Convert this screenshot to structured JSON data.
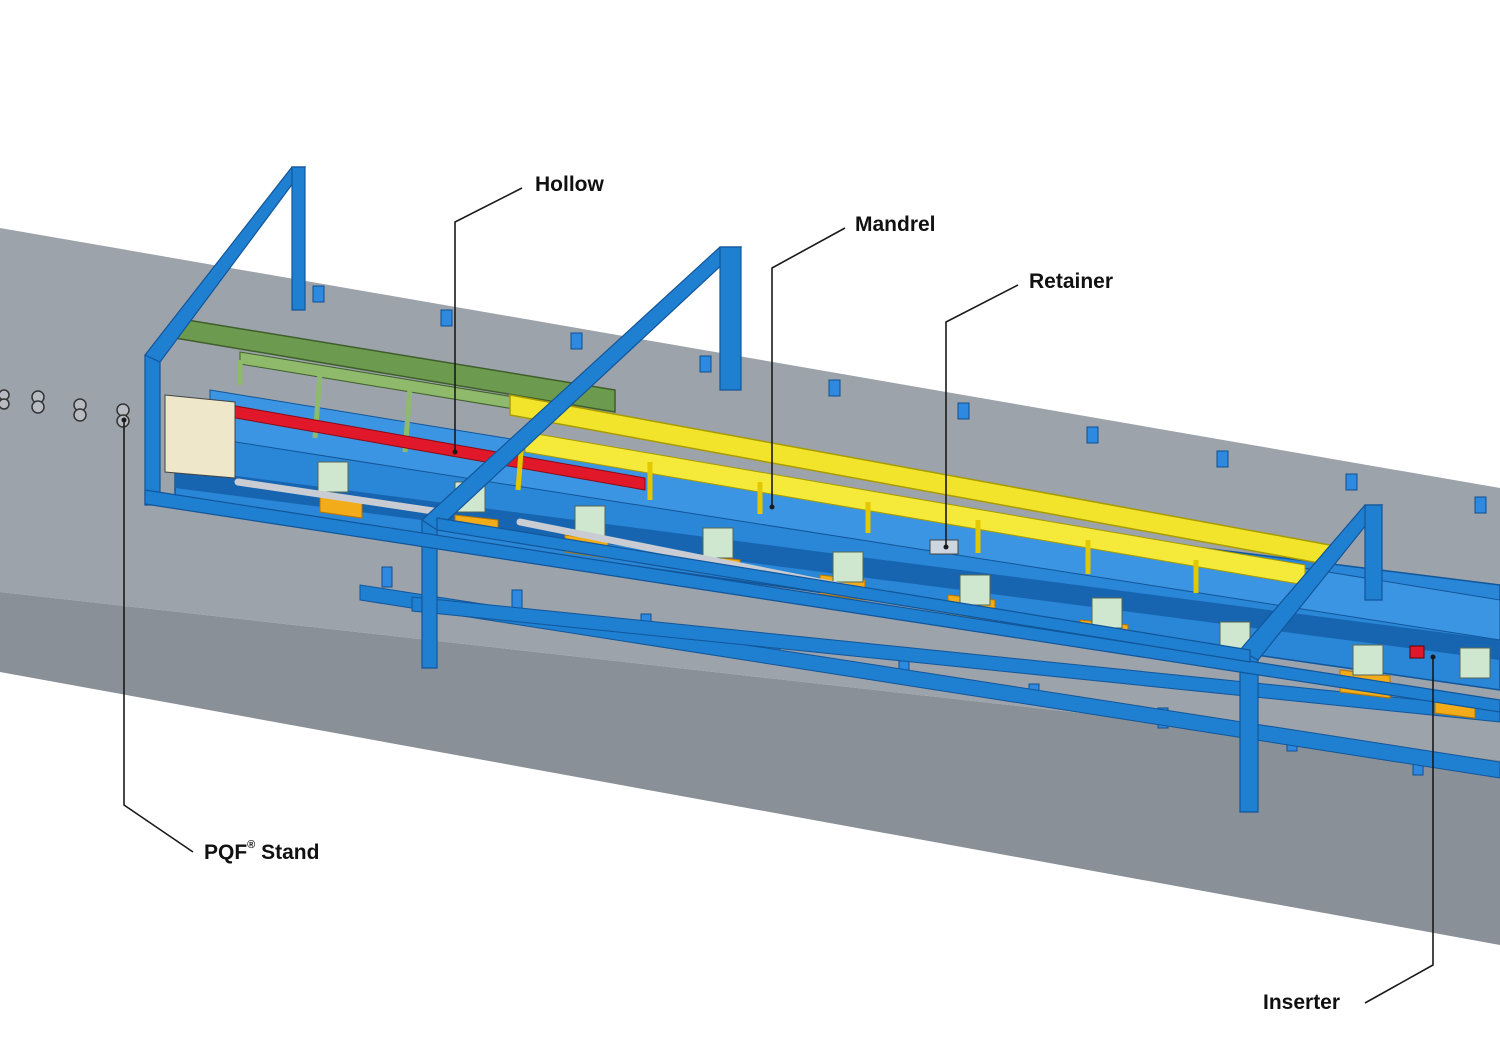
{
  "callouts": {
    "hollow": "Hollow",
    "mandrel": "Mandrel",
    "retainer": "Retainer",
    "pqf_stand_name": "PQF",
    "pqf_stand_mark": "®",
    "pqf_stand_suffix": " Stand",
    "inserter": "Inserter"
  },
  "colors": {
    "floor_top": "#9ca3ab",
    "floor_side": "#8a9098",
    "structure": "#1f7fd1",
    "structure_dark": "#12569a",
    "mandrel": "#f1e42a",
    "hollow": "#e0182a",
    "guide": "#6c9a4e",
    "support": "#f2ac1a",
    "leader": "#1a1a1a"
  }
}
